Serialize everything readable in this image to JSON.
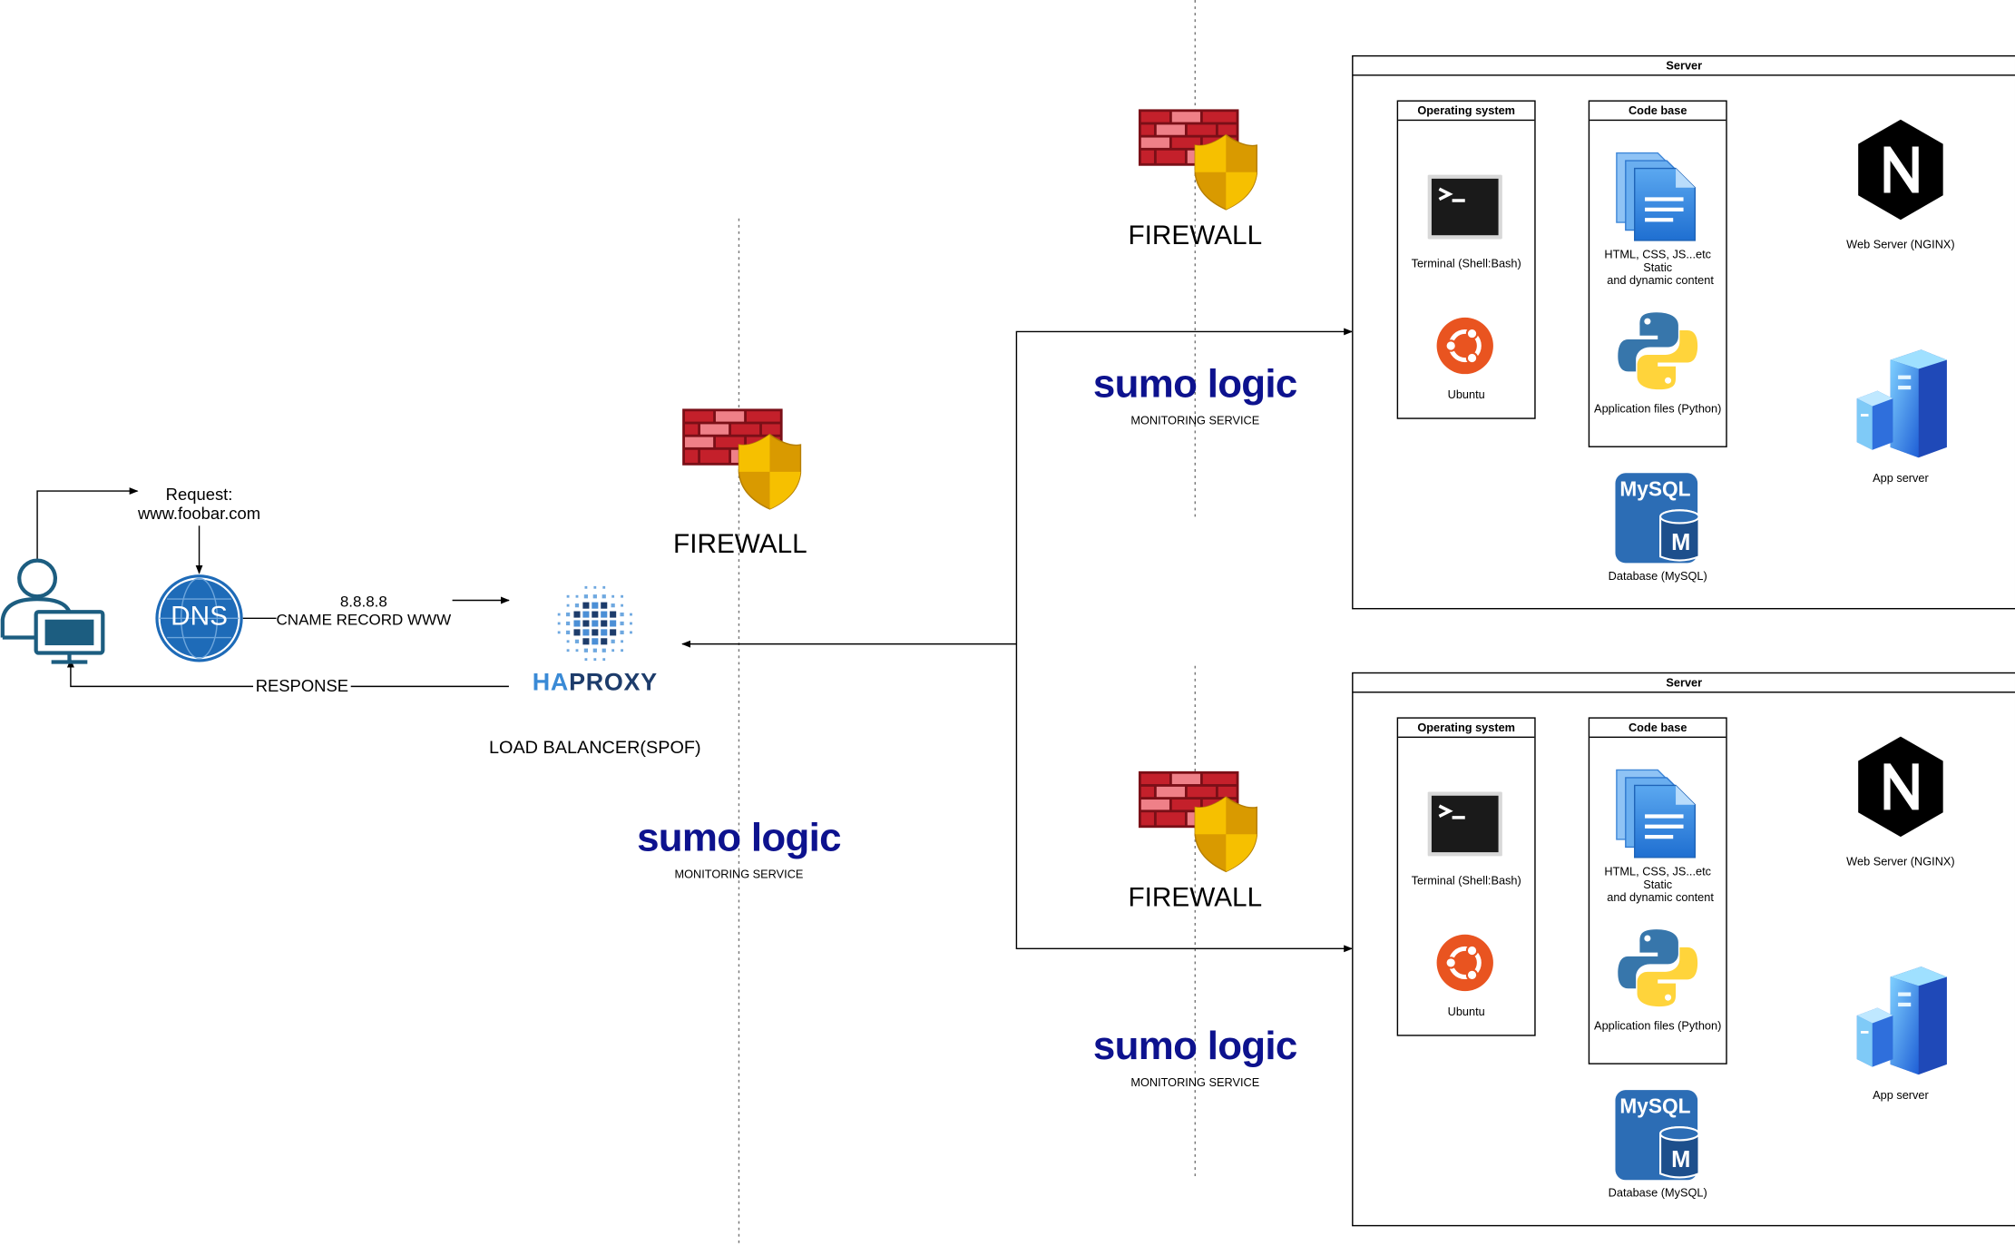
{
  "client": {
    "request_line1": "Request:",
    "request_line2": "www.foobar.com",
    "response_label": "RESPONSE"
  },
  "dns": {
    "icon_text": "DNS",
    "ip": "8.8.8.8",
    "record": "CNAME RECORD WWW"
  },
  "load_balancer": {
    "logo_ha": "HA",
    "logo_proxy": "PROXY",
    "label": "LOAD BALANCER(SPOF)"
  },
  "firewall_label": "FIREWALL",
  "monitoring": {
    "logo": "sumo logic",
    "subtitle": "MONITORING SERVICE"
  },
  "server": {
    "title": "Server",
    "os_title": "Operating system",
    "terminal_label": "Terminal (Shell:Bash)",
    "ubuntu_label": "Ubuntu",
    "codebase_title": "Code base",
    "html_line1": "HTML, CSS, JS...etc",
    "html_line2": "Static",
    "html_line3": "and dynamic content",
    "app_files_label": "Application files (Python)",
    "nginx_label": "Web Server (NGINX)",
    "app_server_label": "App server",
    "mysql_text": "MySQL",
    "mysql_m": "M",
    "db_label": "Database (MySQL)"
  },
  "colors": {
    "sumo_blue": "#0d128e",
    "firewall_red": "#c4202b",
    "shield_yellow": "#f6c000",
    "dns_blue": "#1e6bb8",
    "client_teal": "#1c5d80",
    "nginx_black": "#000000",
    "python_blue": "#3776ab",
    "python_yellow": "#ffd43b",
    "ubuntu_orange": "#e95420",
    "mysql_blue": "#2c6db5"
  }
}
